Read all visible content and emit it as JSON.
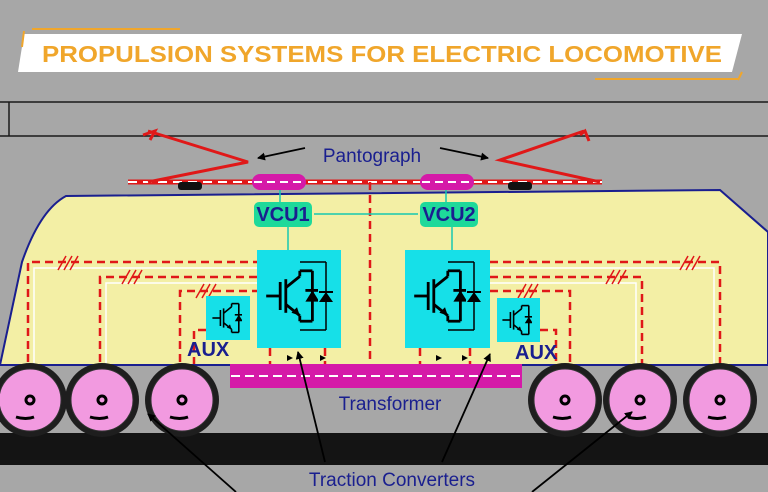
{
  "title": "PROPULSION SYSTEMS FOR ELECTRIC LOCOMOTIVE",
  "labels": {
    "pantograph": "Pantograph",
    "vcu1": "VCU1",
    "vcu2": "VCU2",
    "aux_left": "AUX",
    "aux_right": "AUX",
    "transformer": "Transformer",
    "traction_converters": "Traction Converters"
  },
  "colors": {
    "background": "#a7a7a7",
    "body": "#f3efa5",
    "converter": "#16e0e8",
    "vcu": "#1ed99a",
    "transformer": "#d51aa8",
    "wheel": "#f29ae0",
    "wire": "#e01818",
    "label": "#1a1f8f",
    "title": "#f0a62b"
  }
}
